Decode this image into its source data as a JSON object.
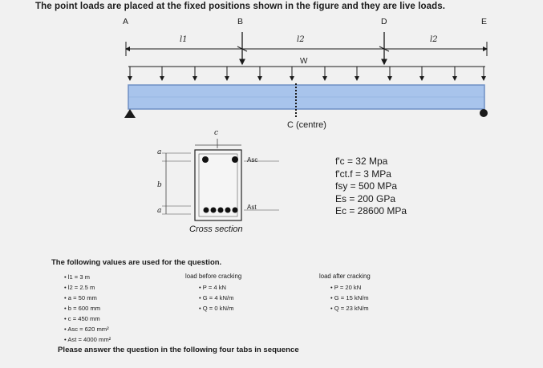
{
  "title": "The point loads are placed at the fixed positions shown in the figure and they are live loads.",
  "beam": {
    "points": [
      "A",
      "B",
      "D",
      "E"
    ],
    "spans": [
      "l1",
      "l2",
      "l2"
    ],
    "load_label": "W",
    "centre_label": "C (centre)"
  },
  "section": {
    "top_dim": "c",
    "dim_a_top": "a",
    "dim_b": "b",
    "dim_a_bottom": "a",
    "label_top_steel": "Asc",
    "label_bottom_steel": "Ast",
    "caption": "Cross section"
  },
  "properties": [
    "f'c = 32 Mpa",
    "f'ct.f = 3 MPa",
    "fsy = 500 MPa",
    "Es = 200 GPa",
    "Ec = 28600 MPa"
  ],
  "question": {
    "heading": "The following values are used for the question.",
    "values": [
      "l1 = 3 m",
      "l2 = 2.5 m",
      "a = 50 mm",
      "b = 600 mm",
      "c = 450 mm",
      "Asc = 620 mm²",
      "Ast = 4000 mm²"
    ],
    "before_header": "load before cracking",
    "before": [
      "P = 4 kN",
      "G = 4 kN/m",
      "Q = 0 kN/m"
    ],
    "after_header": "load after cracking",
    "after": [
      "P = 20 kN",
      "G = 15 kN/m",
      "Q = 23 kN/m"
    ]
  },
  "footer": "Please answer the question in the following four tabs in sequence",
  "colors": {
    "beam_fill": "#a8c4ec",
    "beam_edge": "#6f8fc4",
    "ink": "#1a1a1a"
  }
}
